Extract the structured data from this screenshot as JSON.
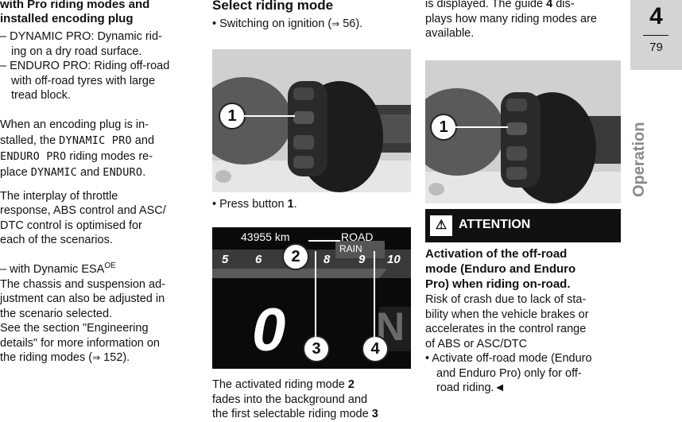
{
  "col1": {
    "heading_l1": "with Pro riding modes and",
    "heading_l2": "installed encoding plug",
    "items": [
      {
        "l1": "– DYNAMIC PRO: Dynamic rid-",
        "l2": "ing on a dry road surface."
      },
      {
        "l1": "– ENDURO PRO: Riding off-road",
        "l2": "with off-road tyres with large",
        "l3": "tread block."
      }
    ],
    "para1_l1": "When an encoding plug is in-",
    "para1_l2a": "stalled, the ",
    "para1_mono1": "DYNAMIC PRO",
    "para1_l2b": " and",
    "para1_mono2": "ENDURO PRO",
    "para1_l3b": " riding modes re-",
    "para1_l4a": "place ",
    "para1_mono3": "DYNAMIC",
    "para1_l4b": " and ",
    "para1_mono4": "ENDURO",
    "para1_l4c": ".",
    "para2_l1": "The interplay of throttle",
    "para2_l2": "response, ABS control and ASC/",
    "para2_l3": "DTC control is optimised for",
    "para2_l4": "each of the scenarios.",
    "para3_prefix": "– with Dynamic ESA",
    "para3_sup": "OE",
    "para4_l1": "The chassis and suspension ad-",
    "para4_l2": "justment can also be adjusted in",
    "para4_l3": "the scenario selected.",
    "para4_l4": "See the section \"Engineering",
    "para4_l5": "details\" for more information on",
    "para4_l6a": "the riding modes  (",
    "para4_l6b": " 152)."
  },
  "col2": {
    "title": "Select riding mode",
    "bullet1a": "• Switching on ignition (",
    "bullet1b": " 56).",
    "photo_callout": "1",
    "bullet2a": "• Press button ",
    "bullet2b": "1",
    "bullet2c": ".",
    "dash": {
      "odometer": "43955 km",
      "mode_road": "ROAD",
      "mode_rain": "RAIN",
      "scale": [
        "5",
        "6",
        "7",
        "8",
        "9",
        "10"
      ],
      "gear": "0",
      "neutral": "N",
      "callout2": "2",
      "callout3": "3",
      "callout4": "4"
    },
    "caption_l1a": "The activated riding mode ",
    "caption_l1b": "2",
    "caption_l2": "fades into the background and",
    "caption_l3a": "the first selectable riding mode ",
    "caption_l3b": "3"
  },
  "col3": {
    "top_l1a": "is displayed.  The guide ",
    "top_l1b": "4",
    "top_l1c": " dis-",
    "top_l2": "plays how many riding modes are",
    "top_l3": "available.",
    "photo_callout": "1",
    "attention_label": "ATTENTION",
    "warn_h1": "Activation of the off-road",
    "warn_h2": "mode (Enduro and Enduro",
    "warn_h3": "Pro) when riding on-road.",
    "warn_b1": "Risk of crash due to lack of sta-",
    "warn_b2": "bility when the vehicle brakes or",
    "warn_b3": "accelerates in the control range",
    "warn_b4": "of ABS or ASC/DTC",
    "warn_bullet_l1": "• Activate off-road mode (Enduro",
    "warn_bullet_l2": "and Enduro Pro) only for off-",
    "warn_bullet_l3": "road riding.◄"
  },
  "sidebar": {
    "chapter": "4",
    "page": "79",
    "section": "Operation"
  },
  "colors": {
    "black": "#111111",
    "tab_gray": "#d4d4d4",
    "red": "#cc2a2a"
  }
}
